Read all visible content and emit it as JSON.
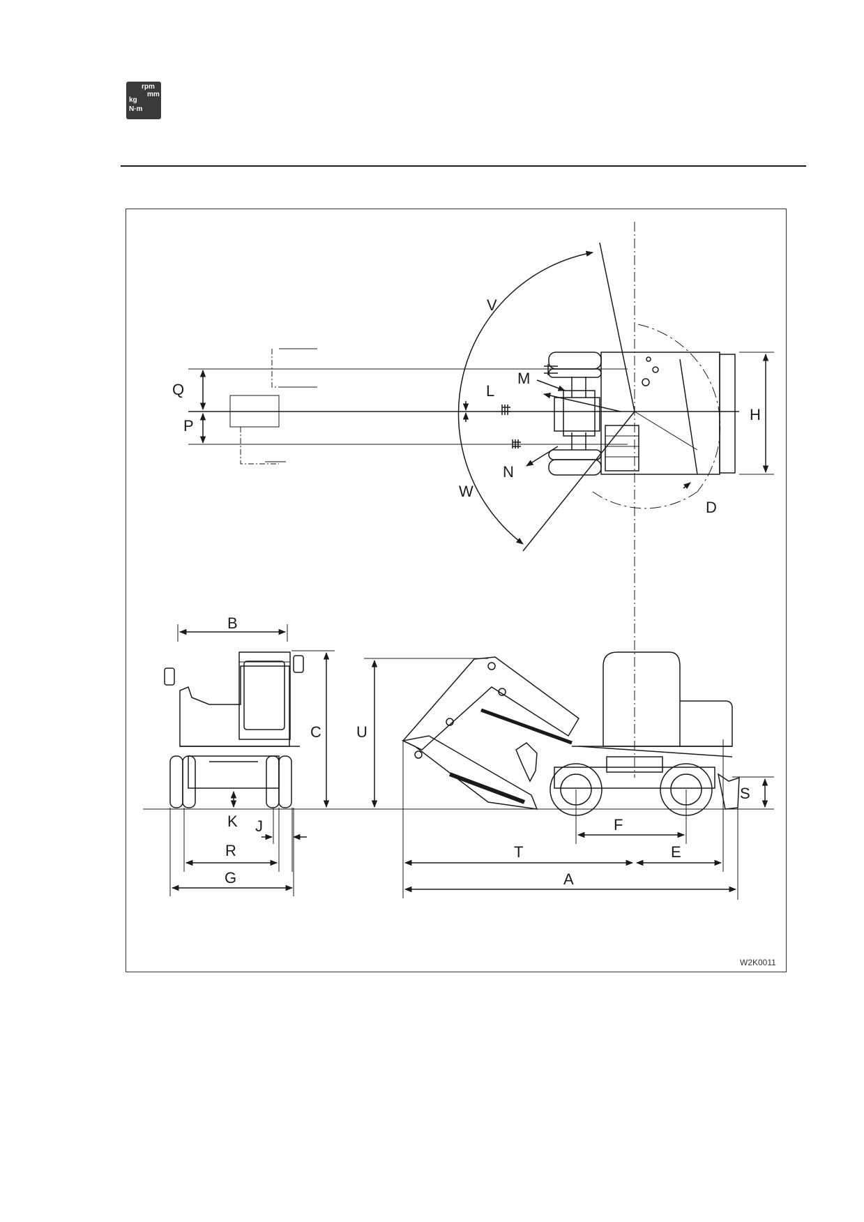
{
  "header_icon": {
    "name": "spec-units-icon",
    "labels": [
      "rpm",
      "mm",
      "kg",
      "N·m"
    ]
  },
  "figure": {
    "code": "W2K0011",
    "labels": {
      "A": "A",
      "B": "B",
      "C": "C",
      "D": "D",
      "E": "E",
      "F": "F",
      "G": "G",
      "H": "H",
      "J": "J",
      "K": "K",
      "L": "L",
      "M": "M",
      "N": "N",
      "P": "P",
      "Q": "Q",
      "R": "R",
      "S": "S",
      "T": "T",
      "U": "U",
      "V": "V",
      "W": "W"
    }
  },
  "colors": {
    "line": "#1a1a1a",
    "background": "#ffffff"
  }
}
